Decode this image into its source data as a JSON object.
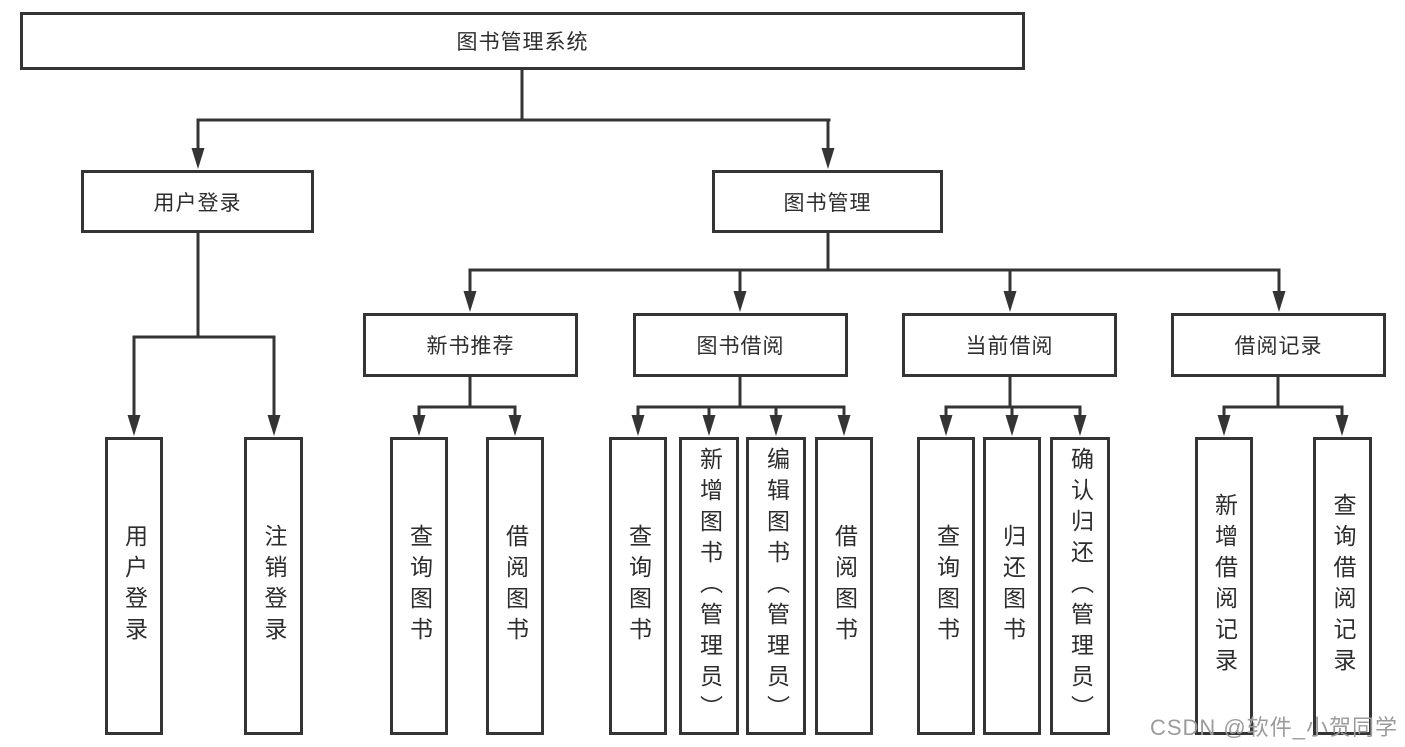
{
  "diagram_type": "hierarchy-tree",
  "colors": {
    "line": "#343434",
    "box_border": "#343434",
    "text": "#2d2d2d",
    "background": "#ffffff",
    "watermark": "#9b9b9b"
  },
  "tree": {
    "root": {
      "label": "图书管理系统",
      "children": [
        {
          "label": "用户登录",
          "children": [
            {
              "label": "用户登录"
            },
            {
              "label": "注销登录"
            }
          ]
        },
        {
          "label": "图书管理",
          "children": [
            {
              "label": "新书推荐",
              "children": [
                {
                  "label": "查询图书"
                },
                {
                  "label": "借阅图书"
                }
              ]
            },
            {
              "label": "图书借阅",
              "children": [
                {
                  "label": "查询图书"
                },
                {
                  "label": "新增图书（管理员）"
                },
                {
                  "label": "编辑图书（管理员）"
                },
                {
                  "label": "借阅图书"
                }
              ]
            },
            {
              "label": "当前借阅",
              "children": [
                {
                  "label": "查询图书"
                },
                {
                  "label": "归还图书"
                },
                {
                  "label": "确认归还（管理员）"
                }
              ]
            },
            {
              "label": "借阅记录",
              "children": [
                {
                  "label": "新增借阅记录"
                },
                {
                  "label": "查询借阅记录"
                }
              ]
            }
          ]
        }
      ]
    }
  },
  "watermark": {
    "text": "CSDN @软件_小贺同学"
  }
}
